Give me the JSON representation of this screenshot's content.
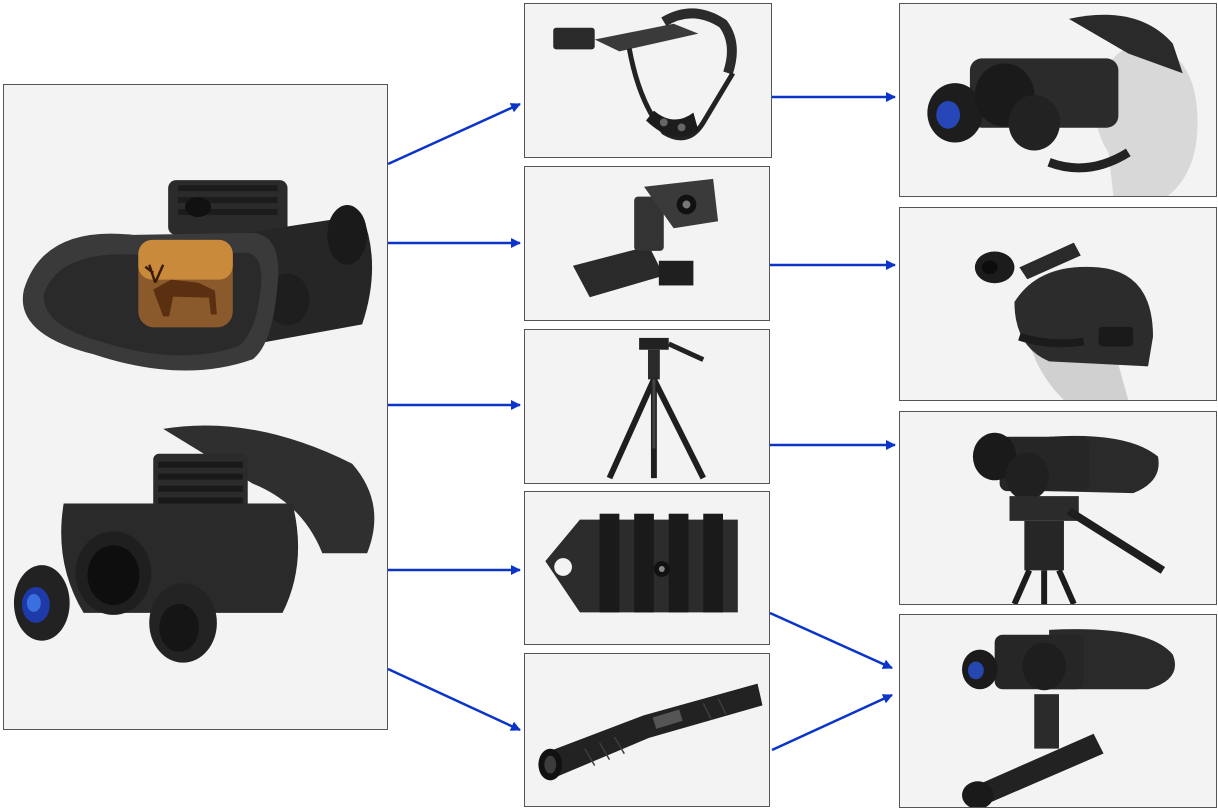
{
  "diagram": {
    "description_visible_text": "",
    "arrow_color": "#0b35c8",
    "panel_background": "#f3f3f3",
    "panel_border": "#555555",
    "source": {
      "id": "night-vision-binocular",
      "icon": "binocular-icon"
    },
    "accessories": [
      {
        "id": "head-mount-strap",
        "icon": "head-strap-icon"
      },
      {
        "id": "helmet-mount-adapter",
        "icon": "helmet-adapter-icon"
      },
      {
        "id": "tripod",
        "icon": "tripod-icon"
      },
      {
        "id": "picatinny-rail",
        "icon": "rail-mount-icon"
      },
      {
        "id": "flashlight",
        "icon": "flashlight-icon"
      }
    ],
    "results": [
      {
        "id": "binocular-on-head-mount",
        "icon": "mannequin-head-icon"
      },
      {
        "id": "binocular-on-helmet",
        "icon": "helmet-mannequin-icon"
      },
      {
        "id": "binocular-on-tripod",
        "icon": "tripod-binocular-icon"
      },
      {
        "id": "binocular-with-flashlight",
        "icon": "binocular-flashlight-icon"
      }
    ],
    "connections": [
      {
        "from": "night-vision-binocular",
        "to": "head-mount-strap"
      },
      {
        "from": "night-vision-binocular",
        "to": "helmet-mount-adapter"
      },
      {
        "from": "night-vision-binocular",
        "to": "tripod"
      },
      {
        "from": "night-vision-binocular",
        "to": "picatinny-rail"
      },
      {
        "from": "night-vision-binocular",
        "to": "flashlight"
      },
      {
        "from": "head-mount-strap",
        "to": "binocular-on-head-mount"
      },
      {
        "from": "helmet-mount-adapter",
        "to": "binocular-on-helmet"
      },
      {
        "from": "tripod",
        "to": "binocular-on-tripod"
      },
      {
        "from": "picatinny-rail",
        "to": "binocular-with-flashlight"
      },
      {
        "from": "flashlight",
        "to": "binocular-with-flashlight"
      }
    ]
  }
}
